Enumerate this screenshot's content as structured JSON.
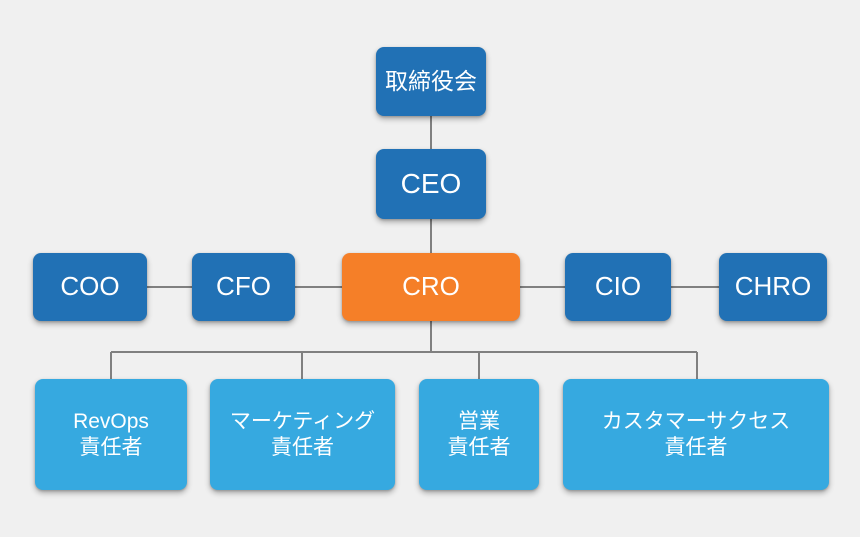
{
  "chart_data": {
    "type": "diagram",
    "title": "",
    "diagram_type": "organization-chart",
    "orientation": "top-down",
    "background_color": "#f0f0f0",
    "connector_color": "#808080",
    "palette": {
      "primary_blue": "#2171b5",
      "highlight_orange": "#f57f28",
      "light_blue": "#36a9e0",
      "text": "#ffffff"
    },
    "levels": [
      {
        "name": "governance",
        "labels": [
          "取締役会"
        ]
      },
      {
        "name": "chief-executive",
        "labels": [
          "CEO"
        ]
      },
      {
        "name": "executives",
        "labels": [
          "COO",
          "CFO",
          "CRO",
          "CIO",
          "CHRO"
        ]
      },
      {
        "name": "cro-reports",
        "labels": [
          "RevOps\n責任者",
          "マーケティング\n責任者",
          "営業\n責任者",
          "カスタマーサクセス\n責任者"
        ]
      }
    ],
    "edges": [
      {
        "from": "取締役会",
        "to": "CEO"
      },
      {
        "from": "CEO",
        "to": "CRO"
      },
      {
        "from": "COO",
        "to": "CFO"
      },
      {
        "from": "CFO",
        "to": "CRO"
      },
      {
        "from": "CRO",
        "to": "CIO"
      },
      {
        "from": "CIO",
        "to": "CHRO"
      },
      {
        "from": "CRO",
        "to": "RevOps\n責任者"
      },
      {
        "from": "CRO",
        "to": "マーケティング\n責任者"
      },
      {
        "from": "CRO",
        "to": "営業\n責任者"
      },
      {
        "from": "CRO",
        "to": "カスタマーサクセス\n責任者"
      }
    ],
    "highlighted_node": "CRO"
  },
  "nodes": {
    "board": {
      "label": "取締役会"
    },
    "ceo": {
      "label": "CEO"
    },
    "coo": {
      "label": "COO"
    },
    "cfo": {
      "label": "CFO"
    },
    "cro": {
      "label": "CRO"
    },
    "cio": {
      "label": "CIO"
    },
    "chro": {
      "label": "CHRO"
    },
    "revops": {
      "label": "RevOps\n責任者"
    },
    "marketing": {
      "label": "マーケティング\n責任者"
    },
    "sales": {
      "label": "営業\n責任者"
    },
    "customer_success": {
      "label": "カスタマーサクセス\n責任者"
    }
  }
}
